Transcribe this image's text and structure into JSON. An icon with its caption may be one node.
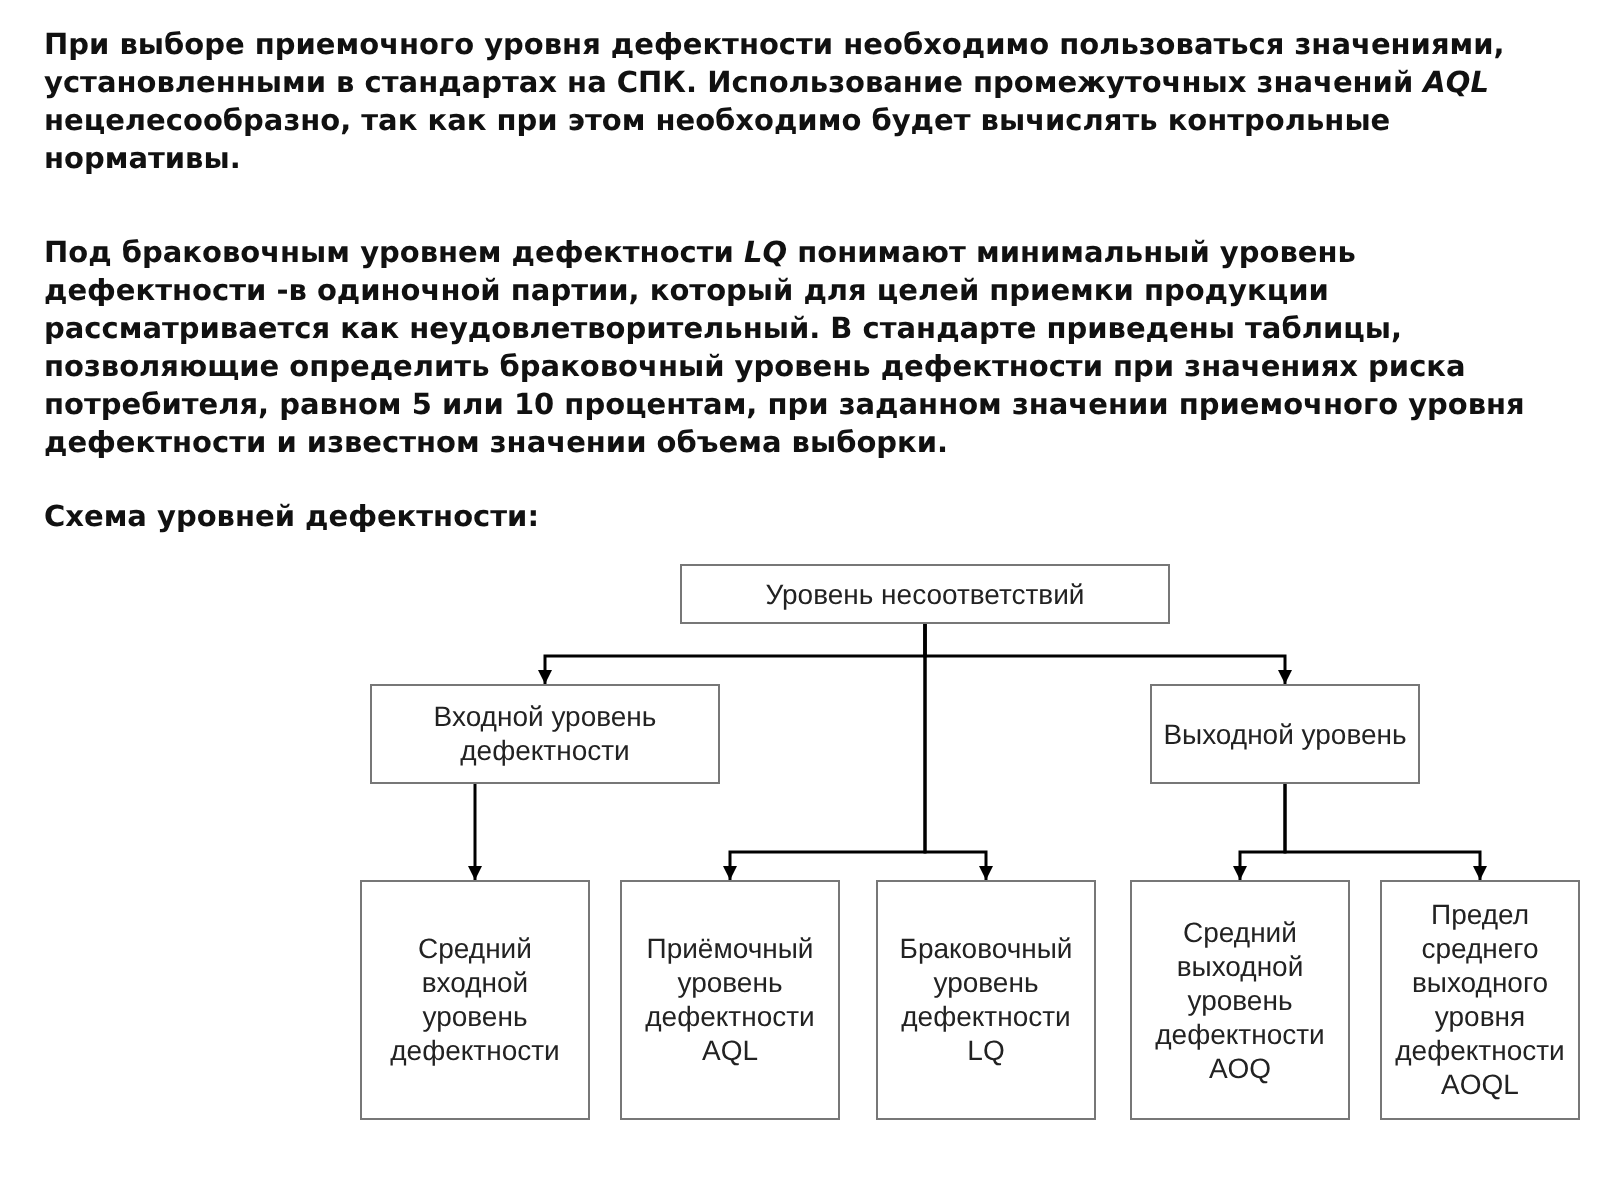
{
  "diagram": {
    "nodes": [
      {
        "text": [
          "Уровень несоответствий"
        ]
      },
      {
        "text": [
          "Входной уровень дефектности"
        ]
      },
      {
        "text": [
          "Выходной уровень"
        ]
      },
      {
        "text": [
          "Средний входной уровень дефектности"
        ]
      },
      {
        "text": [
          "Приёмочный уровень дефектности AQL"
        ]
      },
      {
        "text": [
          "Браковочный уровень дефектности LQ"
        ]
      },
      {
        "text": [
          "Средний выходной уровень дефектности AOQ"
        ]
      },
      {
        "text": [
          "Предел среднего выходного уровня дефектности AOQL"
        ]
      }
    ],
    "edges": [
      {
        "from": 0,
        "to": 1,
        "arrow": "to"
      },
      {
        "from": 0,
        "to": 2,
        "arrow": "to"
      },
      {
        "from": 0,
        "to": 4,
        "arrow": "to"
      },
      {
        "from": 0,
        "to": 5,
        "arrow": "to"
      },
      {
        "from": 1,
        "to": 3,
        "arrow": "to"
      },
      {
        "from": 2,
        "to": 6,
        "arrow": "to"
      },
      {
        "from": 2,
        "to": 7,
        "arrow": "to"
      }
    ],
    "labels": [
      "При выборе приемочного уровня дефектности необходимо пользоваться значениями, установленными в стандартах на СПК. Использование промежуточных значений *AQL* нецелесообразно, так как при этом необходимо будет вычислять контрольные нормативы.",
      "Под браковочным уровнем дефектности *LQ* понимают минимальный уровень дефектности -в одиночной партии, который для целей приемки продукции рассматривается как неудовлетворительный. В стандарте приведены таблицы, позволяющие определить браковочный уровень дефектности при значениях риска потребителя, равном 5 или 10 процентам, при заданном значении приемочного уровня дефектности и известном значении объема выборки.",
      "Схема уровней дефектности:"
    ]
  }
}
